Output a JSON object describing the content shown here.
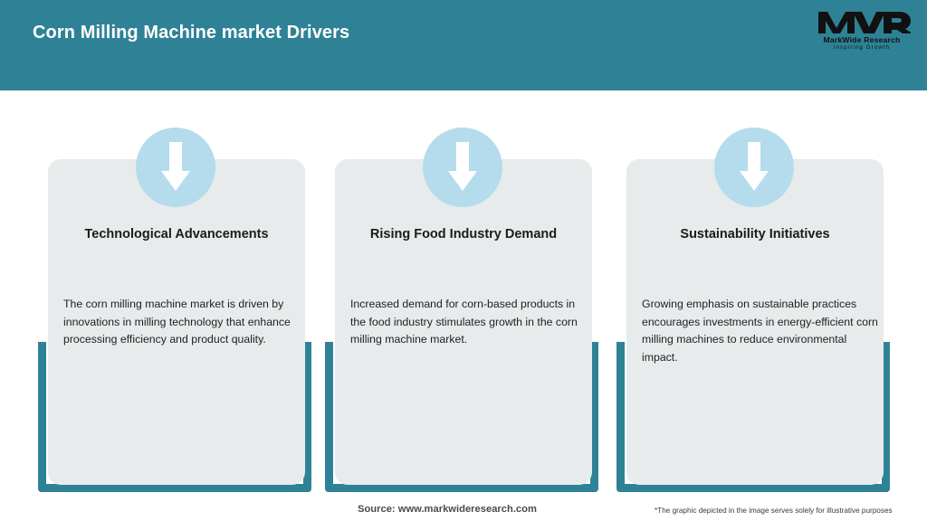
{
  "header": {
    "title": "Corn Milling Machine market Drivers",
    "background_color": "#2f8296",
    "title_color": "#ffffff"
  },
  "logo": {
    "monogram": "MWR",
    "company_name": "MarkWide Research",
    "tagline": "Inspiring Growth"
  },
  "theme": {
    "accent_teal": "#2f8296",
    "panel_grey": "#e7ebec",
    "badge_blue": "#b4dcec",
    "arrow_white": "#ffffff",
    "page_background": "#ffffff"
  },
  "cards": [
    {
      "icon": "down-arrow-icon",
      "title": "Technological Advancements",
      "body": "The corn milling machine market is driven by innovations in milling technology that enhance processing efficiency and product quality."
    },
    {
      "icon": "down-arrow-icon",
      "title": "Rising Food Industry Demand",
      "body": "Increased demand for corn-based products in the food industry stimulates growth in the corn milling machine market."
    },
    {
      "icon": "down-arrow-icon",
      "title": "Sustainability Initiatives",
      "body": "Growing emphasis on sustainable practices encourages investments in energy-efficient corn milling machines to reduce environmental impact."
    }
  ],
  "footer": {
    "source": "Source: www.markwideresearch.com",
    "disclaimer": "*The graphic depicted in the image serves solely for illustrative purposes"
  }
}
